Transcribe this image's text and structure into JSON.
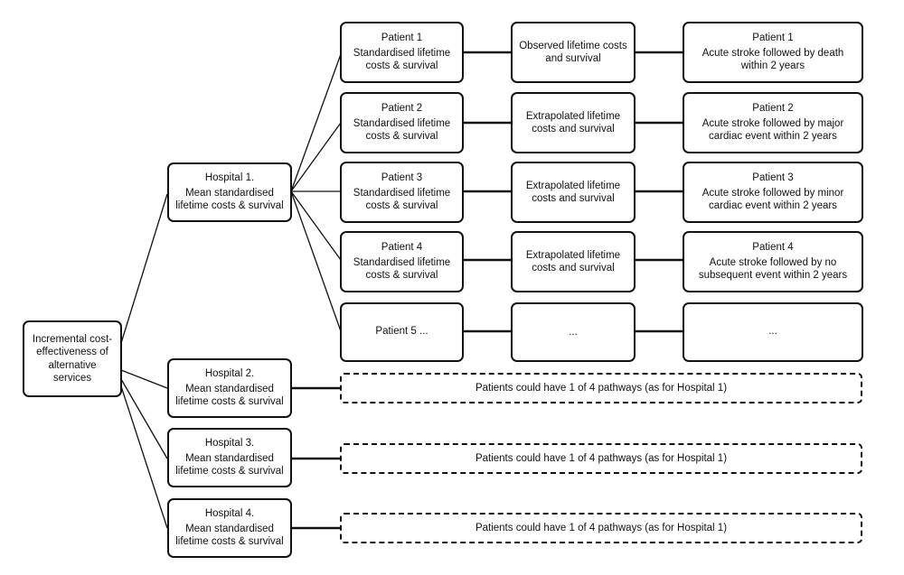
{
  "root": {
    "label": "Incremental cost-\neffectiveness of\nalternative\nservices"
  },
  "hospitals": [
    {
      "title": "Hospital 1.",
      "sub": "Mean standardised\nlifetime costs & survival"
    },
    {
      "title": "Hospital 2.",
      "sub": "Mean standardised\nlifetime costs & survival"
    },
    {
      "title": "Hospital 3.",
      "sub": "Mean standardised\nlifetime costs & survival"
    },
    {
      "title": "Hospital 4.",
      "sub": "Mean standardised\nlifetime costs & survival"
    }
  ],
  "patients": [
    {
      "title": "Patient 1",
      "sub": "Standardised lifetime\ncosts & survival"
    },
    {
      "title": "Patient 2",
      "sub": "Standardised lifetime\ncosts & survival"
    },
    {
      "title": "Patient 3",
      "sub": "Standardised lifetime\ncosts & survival"
    },
    {
      "title": "Patient 4",
      "sub": "Standardised lifetime\ncosts & survival"
    },
    {
      "title": "Patient 5 ...",
      "sub": ""
    }
  ],
  "costs": [
    {
      "label": "Observed lifetime costs\nand survival"
    },
    {
      "label": "Extrapolated lifetime\ncosts and survival"
    },
    {
      "label": "Extrapolated lifetime\ncosts and survival"
    },
    {
      "label": "Extrapolated lifetime\ncosts and survival"
    },
    {
      "label": "..."
    }
  ],
  "outcomes": [
    {
      "title": "Patient 1",
      "sub": "Acute stroke followed by death\nwithin 2 years"
    },
    {
      "title": "Patient 2",
      "sub": "Acute stroke followed by major\ncardiac event within 2 years"
    },
    {
      "title": "Patient 3",
      "sub": "Acute stroke followed by minor\ncardiac event within 2 years"
    },
    {
      "title": "Patient 4",
      "sub": "Acute stroke followed by no\nsubsequent event within 2 years"
    },
    {
      "title": "...",
      "sub": ""
    }
  ],
  "pathways": [
    {
      "label": "Patients could have 1 of 4 pathways (as for Hospital 1)"
    },
    {
      "label": "Patients could have 1 of 4 pathways (as for Hospital 1)"
    },
    {
      "label": "Patients could have 1 of 4 pathways (as for Hospital 1)"
    }
  ]
}
